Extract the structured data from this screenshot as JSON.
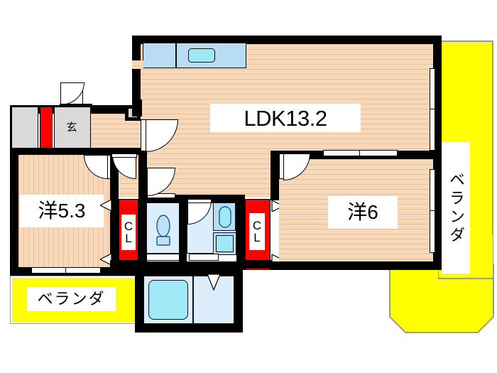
{
  "plan": {
    "title": "Apartment floor plan 2LDK",
    "unit_label": "floor-plan",
    "colors": {
      "wall": "#000000",
      "wood_floor": "#f2cfac",
      "closet": "#ff0000",
      "veranda": "#ffff00",
      "water_area": "#dceefb",
      "tile": "#d9d9d9",
      "text": "#000000",
      "background": "#ffffff"
    },
    "rooms": [
      {
        "id": "ldk",
        "label": "LDK13.2",
        "type": "living-dining-kitchen",
        "size": "13.2"
      },
      {
        "id": "washitsu_left",
        "label": "洋5.3",
        "type": "western-room",
        "size": "5.3"
      },
      {
        "id": "washitsu_right",
        "label": "洋6",
        "type": "western-room",
        "size": "6"
      },
      {
        "id": "genkan",
        "label": "玄",
        "type": "entrance"
      }
    ],
    "closets": [
      {
        "id": "cl-left",
        "label": "CL"
      },
      {
        "id": "cl-right",
        "label": "CL"
      }
    ],
    "verandas": [
      {
        "id": "veranda-south",
        "label": "ベランダ",
        "orientation": "horizontal"
      },
      {
        "id": "veranda-east",
        "label": "ベランダ",
        "orientation": "vertical"
      }
    ],
    "fixtures": [
      {
        "id": "kitchen-counter",
        "label": ""
      },
      {
        "id": "kitchen-sink",
        "label": ""
      },
      {
        "id": "toilet",
        "label": ""
      },
      {
        "id": "bathtub",
        "label": ""
      },
      {
        "id": "washbasin",
        "label": ""
      },
      {
        "id": "washing-machine",
        "label": ""
      }
    ]
  }
}
